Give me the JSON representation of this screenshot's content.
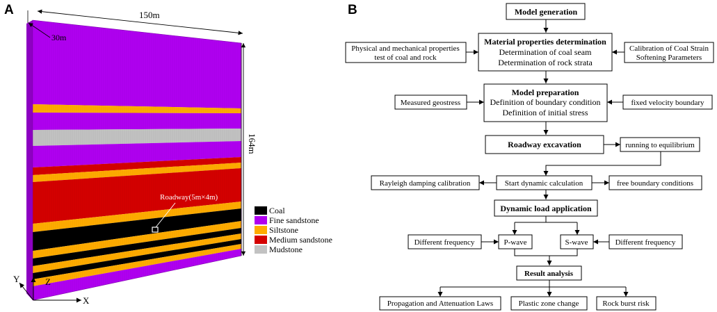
{
  "panel_a": {
    "label": "A",
    "dimensions": {
      "length": "150m",
      "depth": "30m",
      "height": "164m"
    },
    "roadway_label": "Roadway(5m×4m)",
    "axes": {
      "x": "X",
      "y": "Y",
      "z": "Z"
    },
    "legend": [
      {
        "name": "Coal",
        "color": "#000000"
      },
      {
        "name": "Fine sandstone",
        "color": "#b000f0"
      },
      {
        "name": "Siltstone",
        "color": "#ffab00"
      },
      {
        "name": "Medium sandstone",
        "color": "#d40000"
      },
      {
        "name": "Mudstone",
        "color": "#c2c2c2"
      }
    ]
  },
  "panel_b": {
    "label": "B",
    "model_generation": "Model generation",
    "material_title": "Material properties determination",
    "material_line1": "Determination of coal seam",
    "material_line2": "Determination of rock strata",
    "phys_line1": "Physical and mechanical properties",
    "phys_line2": "test of coal and rock",
    "calib_line1": "Calibration of Coal Strain",
    "calib_line2": "Softening Parameters",
    "prep_title": "Model preparation",
    "prep_line1": "Definition of boundary condition",
    "prep_line2": "Definition of initial stress",
    "measured_geostress": "Measured geostress",
    "fixed_velocity": "fixed velocity boundary",
    "roadway_excavation": "Roadway excavation",
    "running_equilibrium": "running to equilibrium",
    "rayleigh": "Rayleigh damping calibration",
    "start_dynamic": "Start dynamic calculation",
    "free_boundary": "free boundary conditions",
    "dynamic_load": "Dynamic load application",
    "freq_left": "Different frequency",
    "p_wave": "P-wave",
    "s_wave": "S-wave",
    "freq_right": "Different frequency",
    "result_analysis": "Result analysis",
    "out_propagation": "Propagation and Attenuation Laws",
    "out_plastic": "Plastic zone change",
    "out_rockburst": "Rock burst risk"
  }
}
